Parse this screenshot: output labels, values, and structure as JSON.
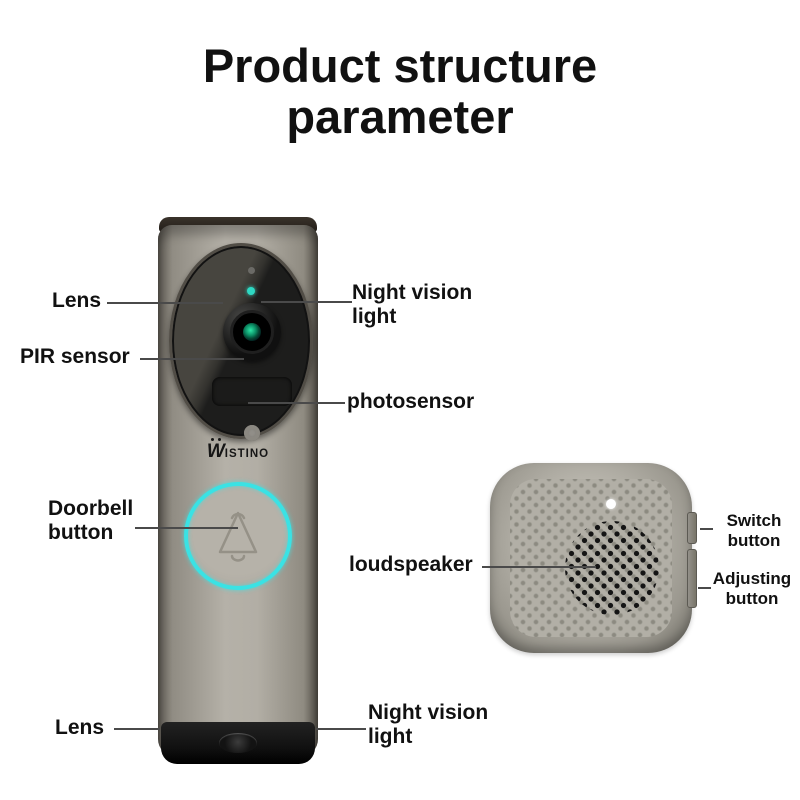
{
  "title": {
    "line1": "Product structure",
    "line2": "parameter"
  },
  "brand": {
    "logo_w": "W",
    "logo_rest": "ISTINO"
  },
  "doorbell_labels": {
    "lens_top": "Lens",
    "night_vision_top": "Night vision light",
    "pir_sensor": "PIR sensor",
    "photosensor": "photosensor",
    "doorbell_button": "Doorbell button",
    "lens_bottom": "Lens",
    "night_vision_bottom": "Night vision light"
  },
  "chime_labels": {
    "loudspeaker": "loudspeaker",
    "switch_button": "Switch button",
    "adjusting_button": "Adjusting button"
  },
  "colors": {
    "accent_ring": "#3ae2e4",
    "status_led": "#2ed9c3",
    "text": "#111111"
  }
}
